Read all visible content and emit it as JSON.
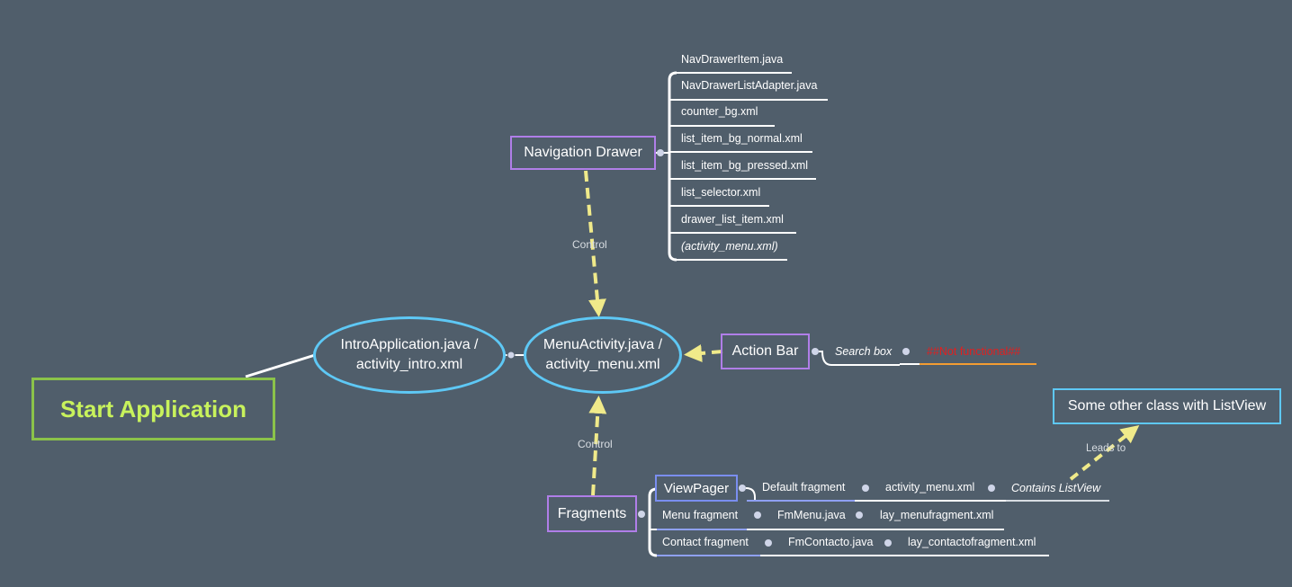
{
  "nodes": {
    "start": "Start Application",
    "intro": {
      "line1": "IntroApplication.java /",
      "line2": "activity_intro.xml"
    },
    "menu": {
      "line1": "MenuActivity.java /",
      "line2": "activity_menu.xml"
    },
    "nav_drawer": "Navigation Drawer",
    "action_bar": "Action Bar",
    "fragments": "Fragments",
    "viewpager": "ViewPager",
    "other_class": "Some other class with ListView"
  },
  "nav_drawer_items": [
    "NavDrawerItem.java",
    "NavDrawerListAdapter.java",
    "counter_bg.xml",
    "list_item_bg_normal.xml",
    "list_item_bg_pressed.xml",
    "list_selector.xml",
    "drawer_list_item.xml",
    "(activity_menu.xml)"
  ],
  "action_bar_items": {
    "search": "Search box",
    "status": "##Not functional##"
  },
  "viewpager_chain": [
    "Default fragment",
    "activity_menu.xml",
    "Contains ListView"
  ],
  "menu_fragment_chain": [
    "Menu fragment",
    "FmMenu.java",
    "lay_menufragment.xml"
  ],
  "contact_fragment_chain": [
    "Contact fragment",
    "FmContacto.java",
    "lay_contactofragment.xml"
  ],
  "edge_labels": {
    "control_top": "Control",
    "control_bottom": "Control",
    "leads_to": "Leads to"
  },
  "colors": {
    "background": "#505e6b",
    "dashed_arrow": "#f0ea8a",
    "oval_border": "#5ec8f5",
    "start_border": "#8bc34a",
    "start_text": "#c8f25c",
    "purple_border": "#b07ee8",
    "status_red": "#e02020",
    "status_underline": "#f39c32"
  }
}
